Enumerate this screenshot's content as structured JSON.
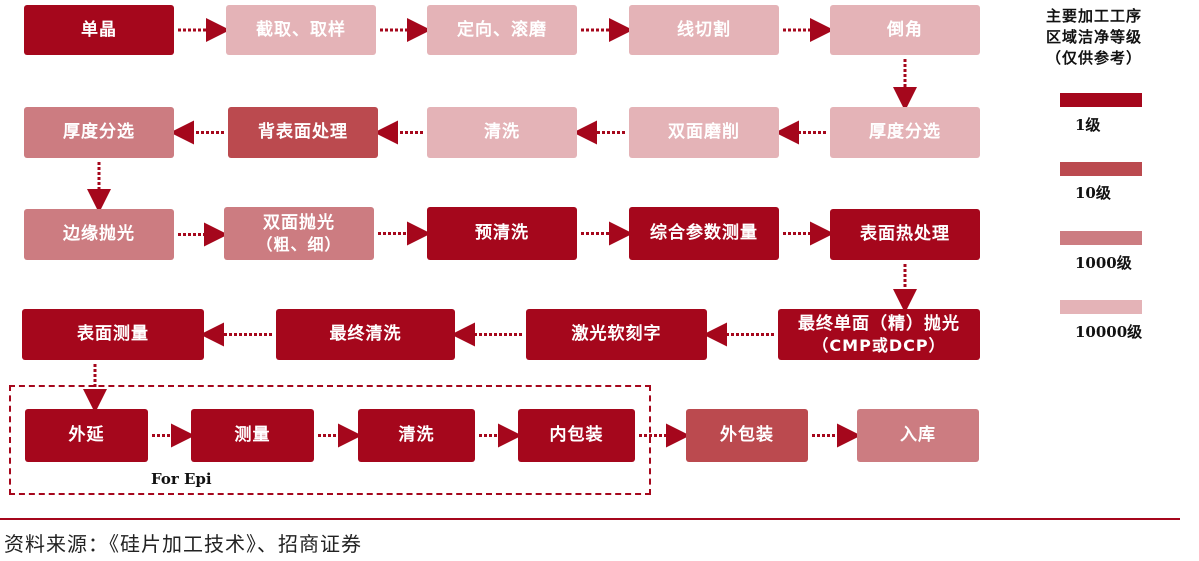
{
  "colors": {
    "level_1": "#a5071c",
    "level_10": "#bb4a4f",
    "level_1000": "#cc7c81",
    "level_10000": "#e4b3b7",
    "arrow": "#a5071c"
  },
  "legend": {
    "title": "主要加工工序\n区域洁净等级\n（仅供参考）",
    "items": [
      {
        "label": "1级",
        "level": "level_1"
      },
      {
        "label": "10级",
        "level": "level_10"
      },
      {
        "label": "1000级",
        "level": "level_1000"
      },
      {
        "label": "10000级",
        "level": "level_10000"
      }
    ]
  },
  "steps": {
    "s1": {
      "line1": "单晶",
      "level": "level_1"
    },
    "s2": {
      "line1": "截取、取样",
      "level": "level_10000"
    },
    "s3": {
      "line1": "定向、滚磨",
      "level": "level_10000"
    },
    "s4": {
      "line1": "线切割",
      "level": "level_10000"
    },
    "s5": {
      "line1": "倒角",
      "level": "level_10000"
    },
    "s6": {
      "line1": "厚度分选",
      "level": "level_10000"
    },
    "s7": {
      "line1": "双面磨削",
      "level": "level_10000"
    },
    "s8": {
      "line1": "清洗",
      "level": "level_10000"
    },
    "s9": {
      "line1": "背表面处理",
      "level": "level_10"
    },
    "s10": {
      "line1": "厚度分选",
      "level": "level_1000"
    },
    "s11": {
      "line1": "边缘抛光",
      "level": "level_1000"
    },
    "s12": {
      "line1": "双面抛光",
      "line2": "（粗、细）",
      "level": "level_1000"
    },
    "s13": {
      "line1": "预清洗",
      "level": "level_1"
    },
    "s14": {
      "line1": "综合参数测量",
      "level": "level_1"
    },
    "s15": {
      "line1": "表面热处理",
      "level": "level_1"
    },
    "s16": {
      "line1": "最终单面（精）抛光",
      "line2": "（CMP或DCP）",
      "level": "level_1"
    },
    "s17": {
      "line1": "激光软刻字",
      "level": "level_1"
    },
    "s18": {
      "line1": "最终清洗",
      "level": "level_1"
    },
    "s19": {
      "line1": "表面测量",
      "level": "level_1"
    },
    "s20": {
      "line1": "外延",
      "level": "level_1"
    },
    "s21": {
      "line1": "测量",
      "level": "level_1"
    },
    "s22": {
      "line1": "清洗",
      "level": "level_1"
    },
    "s23": {
      "line1": "内包装",
      "level": "level_1"
    },
    "s24": {
      "line1": "外包装",
      "level": "level_10"
    },
    "s25": {
      "line1": "入库",
      "level": "level_1000"
    }
  },
  "flow": [
    "s1",
    "s2",
    "s3",
    "s4",
    "s5",
    "s6",
    "s7",
    "s8",
    "s9",
    "s10",
    "s11",
    "s12",
    "s13",
    "s14",
    "s15",
    "s16",
    "s17",
    "s18",
    "s19",
    "s20",
    "s21",
    "s22",
    "s23",
    "s24",
    "s25"
  ],
  "epi_group_label": "For Epi",
  "source": "资料来源：《硅片加工技术》、招商证券"
}
